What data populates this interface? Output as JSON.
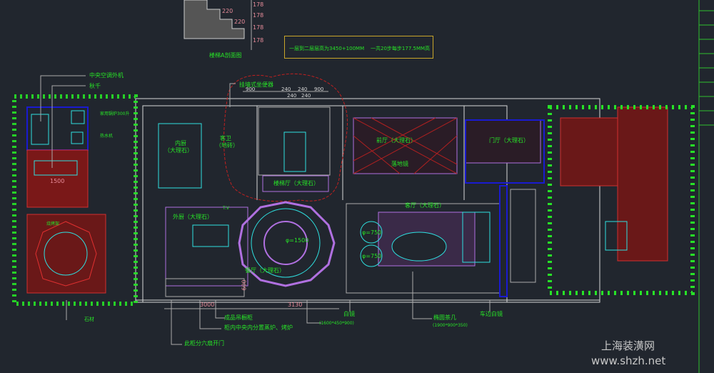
{
  "stair_section": {
    "title": "楼梯A剖面图",
    "tread_dims": [
      "220",
      "220"
    ],
    "riser_dims": [
      "178",
      "178",
      "178",
      "178"
    ]
  },
  "note": {
    "line1": "一层到二层层高为3450+100MM",
    "line2": "一共20步每步177.5MM高"
  },
  "labels": {
    "ac_unit": "中央空调外机",
    "swing": "秋千",
    "boiler": "家用锅炉300升",
    "water_heater": "热水机",
    "bench_dim": "1500",
    "toilet": "挂墙式坐便器",
    "inner_kitchen": "内厨",
    "inner_kitchen_mat": "（大理石）",
    "guest_bath": "客卫",
    "guest_bath_mat": "（地砖）",
    "stair_hall": "楼梯厅（大理石）",
    "front_hall": "前厅（大理石）",
    "floor_mirror": "落地镜",
    "entry_hall": "门厅（大理石）",
    "outer_kitchen": "外厨（大理石）",
    "dining_dia": "φ=1500",
    "dining": "餐厅（大理石）",
    "living": "客厅（大理石）",
    "stool1": "φ=750",
    "stool2": "φ=750",
    "bbq": "烧烤架",
    "cabinet": "成品吊橱柜",
    "cabinet_note": "柜内中央内分置蒸炉、烤炉",
    "six_doors": "此柜分六扇开门",
    "mirror": "白镜",
    "mirror_size": "(1600*450*900)",
    "tea_table": "椭圆茶几",
    "tea_table_size": "(1900*900*350)",
    "bevel_mirror": "车边白镜",
    "stone": "石材",
    "tv": "T.V"
  },
  "dims": {
    "top": [
      "900",
      "240",
      "240",
      "900"
    ],
    "top2": [
      "240",
      "240"
    ],
    "d600": "600",
    "d3000": "3000",
    "d3130": "3130"
  },
  "watermark": {
    "cn": "上海装潢网",
    "url": "www.shzh.net"
  },
  "colors": {
    "background": "#21262e",
    "green": "#27e327",
    "cyan": "#2ee0e0",
    "purple": "#b070e0",
    "red": "#d02020",
    "blue": "#1a1ad0",
    "white": "#d8d8d8"
  }
}
